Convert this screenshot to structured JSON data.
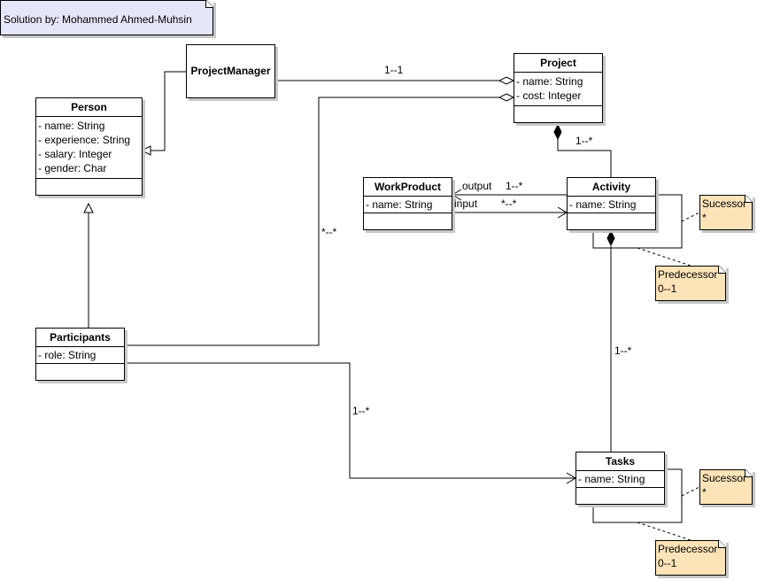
{
  "credit_note": "Solution by: Mohammed Ahmed-Muhsin",
  "classes": {
    "person": {
      "name": "Person",
      "attributes": [
        "- name: String",
        "- experience: String",
        "- salary: Integer",
        "- gender: Char"
      ]
    },
    "project_manager": {
      "name": "ProjectManager"
    },
    "project": {
      "name": "Project",
      "attributes": [
        "- name: String",
        "- cost: Integer"
      ]
    },
    "work_product": {
      "name": "WorkProduct",
      "attributes": [
        "- name: String"
      ]
    },
    "activity": {
      "name": "Activity",
      "attributes": [
        "- name: String"
      ]
    },
    "participants": {
      "name": "Participants",
      "attributes": [
        "- role: String"
      ]
    },
    "tasks": {
      "name": "Tasks",
      "attributes": [
        "- name: String"
      ]
    }
  },
  "notes": {
    "activity_successor": {
      "line1": "Sucessor",
      "line2": "*"
    },
    "activity_predecessor": {
      "line1": "Predecessor",
      "line2": "0--1"
    },
    "tasks_successor": {
      "line1": "Sucessor",
      "line2": "*"
    },
    "tasks_predecessor": {
      "line1": "Predecessor",
      "line2": "0--1"
    }
  },
  "associations": {
    "pm_project": "1--1",
    "project_activity": "1--*",
    "output_label": "output",
    "output_mult": "1--*",
    "input_label": "input",
    "input_mult": "*--*",
    "participants_project": "*--*",
    "activity_tasks": "1--*",
    "participants_tasks": "1--*"
  }
}
